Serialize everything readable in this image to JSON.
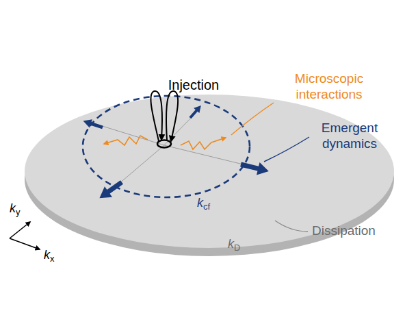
{
  "diagram": {
    "labels": [
      "Injection",
      "Microscopic interactions",
      "Emergent dynamics",
      "Dissipation",
      "kcf",
      "kD",
      "ky",
      "kx"
    ]
  }
}
